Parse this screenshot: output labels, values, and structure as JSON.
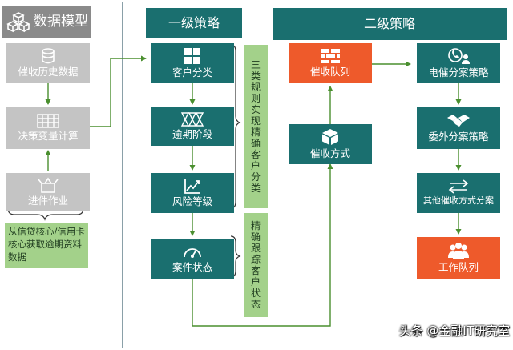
{
  "data_model": {
    "header": "数据模型",
    "history_data": "催收历史数据",
    "decision_vars": "决策变量计算",
    "batch_job": "进件作业",
    "source_note": "从信贷核心/信用卡核心获取逾期资料数据"
  },
  "level1": {
    "header": "一级策略",
    "customer_segmentation": "客户分类",
    "overdue_stage": "逾期阶段",
    "risk_level": "风险等级",
    "case_status": "案件状态",
    "note_segmentation": "三类规则实现精确客户分类",
    "note_tracking": "精确跟踪客户状态"
  },
  "level2": {
    "header": "二级策略",
    "collection_queue": "催收队列",
    "collection_method": "催收方式",
    "phone_strategy": "电催分案策略",
    "outsource_strategy": "委外分案策略",
    "other_strategy": "其他催收方式分案",
    "work_queue": "工作队列"
  },
  "watermark": "头条 @金融IT研究室",
  "colors": {
    "teal": "#1a6f6f",
    "grey": "#c4c4c4",
    "red": "#ee5a2b",
    "arrow_green": "#4a8f2f",
    "note_green": "#a3d18a"
  }
}
